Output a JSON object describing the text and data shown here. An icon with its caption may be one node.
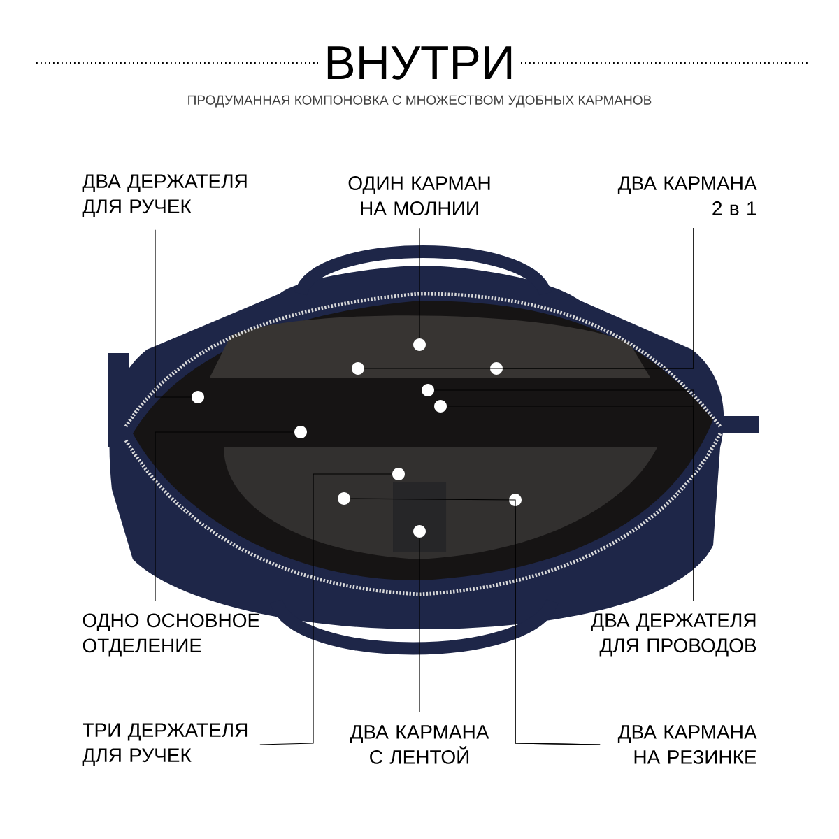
{
  "diagram": {
    "title": "ВНУТРИ",
    "nodes": [
      {
        "text": [
          "ДВА ДЕРЖАТЕЛЯ ДЛЯ РУЧЕК"
        ]
      },
      {
        "text": [
          "ОДИН КАРМАН НА МОЛНИИ"
        ]
      },
      {
        "text": [
          "ДВА КАРМАНА 2 в 1"
        ]
      },
      {
        "text": [
          "ОДНО ОСНОВНОЕ ОТДЕЛЕНИЕ"
        ]
      },
      {
        "text": [
          "ДВА ДЕРЖАТЕЛЯ ДЛЯ ПРОВОДОВ"
        ]
      },
      {
        "text": [
          "ТРИ ДЕРЖАТЕЛЯ ДЛЯ РУЧЕК"
        ]
      },
      {
        "text": [
          "ДВА КАРМАНА С ЛЕНТОЙ"
        ]
      },
      {
        "text": [
          "ДВА КАРМАНА НА РЕЗИНКЕ"
        ]
      },
      {
        "text": [],
        "shape": "circle"
      },
      {
        "text": [],
        "shape": "circle"
      },
      {
        "text": [],
        "shape": "circle"
      },
      {
        "text": [],
        "shape": "circle"
      },
      {
        "text": [],
        "shape": "circle"
      },
      {
        "text": [],
        "shape": "circle"
      },
      {
        "text": [],
        "shape": "circle"
      },
      {
        "text": [],
        "shape": "circle"
      },
      {
        "text": [],
        "shape": "circle"
      },
      {
        "text": [],
        "shape": "circle"
      },
      {
        "text": [],
        "shape": "circle"
      }
    ],
    "edges": [
      {
        "from": 0,
        "to": 12,
        "arrow": "none"
      },
      {
        "from": 1,
        "to": 8,
        "arrow": "none"
      },
      {
        "from": 2,
        "to": 10,
        "arrow": "none"
      },
      {
        "from": 2,
        "to": 9,
        "arrow": "none"
      },
      {
        "from": 3,
        "to": 14,
        "arrow": "none"
      },
      {
        "from": 4,
        "to": 11,
        "arrow": "none"
      },
      {
        "from": 4,
        "to": 13,
        "arrow": "none"
      },
      {
        "from": 5,
        "to": 15,
        "arrow": "none"
      },
      {
        "from": 6,
        "to": 18,
        "arrow": "none"
      },
      {
        "from": 7,
        "to": 17,
        "arrow": "none"
      },
      {
        "from": 7,
        "to": 16,
        "arrow": "none"
      }
    ],
    "labels": [
      "ПРОДУМАННАЯ КОМПОНОВКА С МНОЖЕСТВОМ УДОБНЫХ КАРМАНОВ"
    ]
  }
}
